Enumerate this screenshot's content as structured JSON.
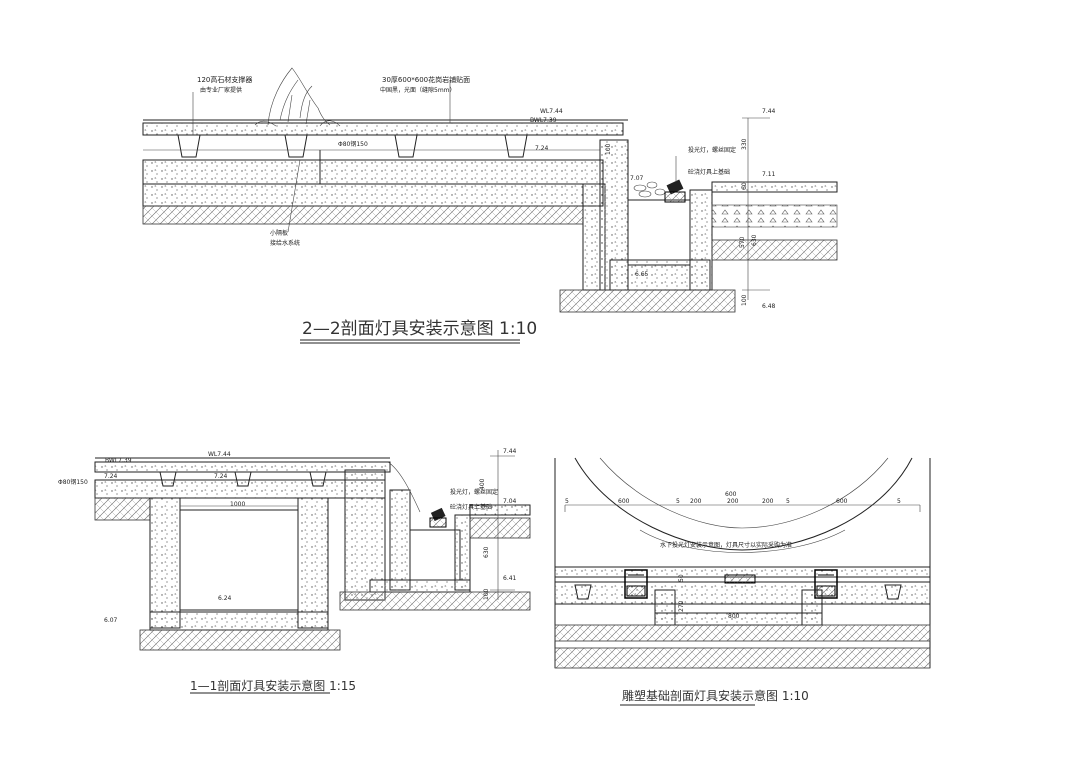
{
  "drawings": {
    "section22": {
      "title": "2—2剖面灯具安装示意图 1:10",
      "notes": {
        "support": "120高石材支撑器",
        "support_sub": "由专业厂家提供",
        "stone": "30厚600*600花岗岩铺贴面",
        "stone_sub": "中国黑，光面（缝隙5mm）",
        "pipe": "Φ80钢150",
        "drain": "小隔板",
        "drain_sub": "接给水系统",
        "lamp": "投光灯，螺丝固定",
        "lamp_base": "砼浇灯具上基础"
      },
      "levels": [
        "WL7.44",
        "BWL7.39",
        "7.24",
        "7.44",
        "7.11",
        "7.07",
        "6.65",
        "6.48"
      ],
      "dims": [
        "330",
        "60",
        "570",
        "630",
        "100",
        "100"
      ]
    },
    "section11": {
      "title": "1—1剖面灯具安装示意图 1:15",
      "notes": {
        "pipe": "Φ80钢150",
        "lamp": "投光灯，螺丝固定",
        "lamp_base": "砼浇灯具上基础"
      },
      "levels": [
        "BWL7.39",
        "WL7.44",
        "7.24",
        "7.24",
        "7.44",
        "7.04",
        "6.41",
        "6.24",
        "6.07"
      ],
      "dims": [
        "1000",
        "400",
        "630",
        "100"
      ]
    },
    "sculpture": {
      "title": "雕塑基础剖面灯具安装示意图 1:10",
      "note": "水下投光灯安装示意图，灯具尺寸以实际采购为准",
      "dims": [
        "600",
        "5",
        "200",
        "200",
        "200",
        "5",
        "600",
        "5",
        "5",
        "600",
        "50",
        "270",
        "800"
      ]
    }
  }
}
